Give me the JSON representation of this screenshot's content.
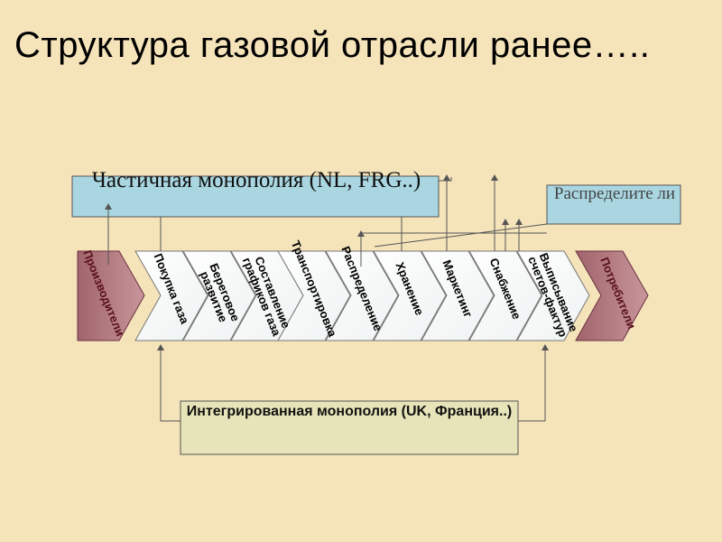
{
  "title": "Структура газовой отрасли ранее…..",
  "partial_monopoly": {
    "label": "Частичная монополия (NL, FRG..)"
  },
  "distributors": {
    "label": "Распределите ли"
  },
  "integrated_monopoly": {
    "label": "Интегрированная монополия (UK, Франция..)"
  },
  "chain": {
    "producers": "Производители",
    "stages": [
      "Покупка газа",
      "Береговое\nразвитие",
      "Составление\nграфиков газа",
      "Транспортировка",
      "Распределение",
      "Хранение",
      "Маркетинг",
      "Снабжение",
      "Выписывание\nсчетов-фактур"
    ],
    "consumers": "Потребители"
  },
  "colors": {
    "background": "#f5e3ba",
    "partial_box": "#a9d6e0",
    "integrated_box": "#e6e4b8",
    "end_chevron": "#b87a80",
    "stage_chevron": "#ffffff"
  }
}
